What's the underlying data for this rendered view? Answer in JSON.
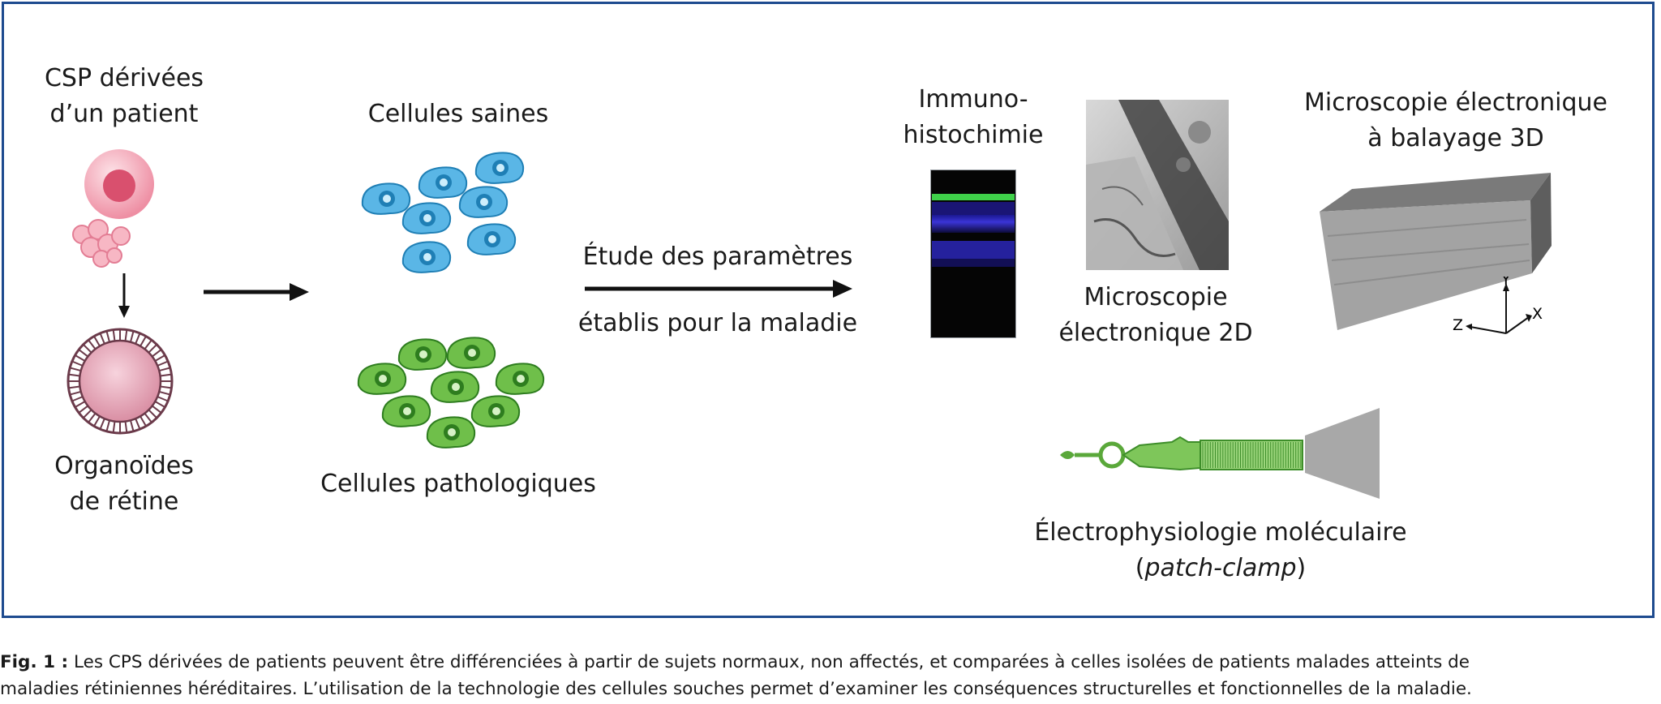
{
  "labels": {
    "csp_line1": "CSP dérivées",
    "csp_line2": "d’un patient",
    "organoid_line1": "Organoïdes",
    "organoid_line2": "de rétine",
    "healthy_cells": "Cellules saines",
    "pathological_cells": "Cellules pathologiques",
    "study_line1": "Étude des paramètres",
    "study_line2": "établis pour la maladie",
    "immuno_line1": "Immuno-",
    "immuno_line2": "histochimie",
    "em2d_line1": "Microscopie",
    "em2d_line2": "électronique 2D",
    "sem3d_line1": "Microscopie électronique",
    "sem3d_line2": "à balayage 3D",
    "axis_x": "X",
    "axis_y": "Y",
    "axis_z": "Z",
    "ephys_line1": "Électrophysiologie moléculaire",
    "ephys_open": "(",
    "ephys_italic": "patch-clamp",
    "ephys_close": ")"
  },
  "caption": {
    "prefix": "Fig. 1 :",
    "line1": " Les CPS dérivées de patients peuvent être différenciées à partir de sujets normaux, non affectés, et comparées à celles isolées de patients malades atteints de",
    "line2": "maladies rétiniennes héréditaires. L’utilisation de la technologie des cellules souches permet d’examiner les conséquences structurelles et fonctionnelles de la maladie."
  },
  "colors": {
    "frame": "#1e4b8f",
    "healthy_cell": "#5ab6e6",
    "pathological_cell": "#5aa83a",
    "stem_cell": "#f29cae",
    "immuno_green": "#3fd14a",
    "immuno_blue": "#3a34d6"
  }
}
